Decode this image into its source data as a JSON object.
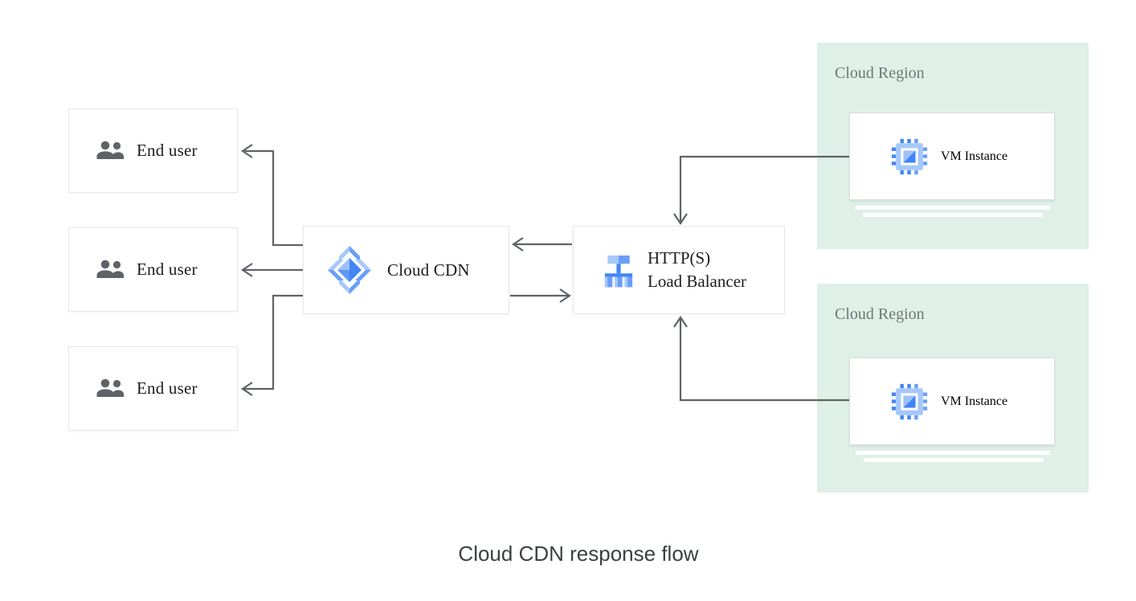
{
  "caption": "Cloud CDN response flow",
  "nodes": {
    "end_users": [
      {
        "label": "End user"
      },
      {
        "label": "End user"
      },
      {
        "label": "End user"
      }
    ],
    "cdn": {
      "label": "Cloud CDN"
    },
    "load_balancer": {
      "line1": "HTTP(S)",
      "line2": "Load Balancer"
    },
    "regions": [
      {
        "label": "Cloud Region",
        "vm_label": "VM Instance"
      },
      {
        "label": "Cloud Region",
        "vm_label": "VM Instance"
      }
    ]
  },
  "edges": [
    {
      "from": "vm-instance-1",
      "to": "load-balancer"
    },
    {
      "from": "vm-instance-2",
      "to": "load-balancer"
    },
    {
      "from": "load-balancer",
      "to": "cloud-cdn"
    },
    {
      "from": "cloud-cdn",
      "to": "load-balancer"
    },
    {
      "from": "cloud-cdn",
      "to": "end-user-1"
    },
    {
      "from": "cloud-cdn",
      "to": "end-user-2"
    },
    {
      "from": "cloud-cdn",
      "to": "end-user-3"
    }
  ],
  "icons": {
    "end_user": "people-icon",
    "cdn": "cloud-cdn-icon",
    "load_balancer": "load-balancer-icon",
    "vm": "compute-engine-chip-icon"
  },
  "colors": {
    "region_bg": "#DFF0E8",
    "arrow": "#5F6368",
    "blue_dark": "#4285F4",
    "blue_mid": "#6B9EF7",
    "blue_light": "#A6C8FA",
    "box_border": "#E7E7E7",
    "label_text": "#1C1C1C",
    "region_label_text": "#6E7873",
    "caption_text": "#3C4043"
  }
}
